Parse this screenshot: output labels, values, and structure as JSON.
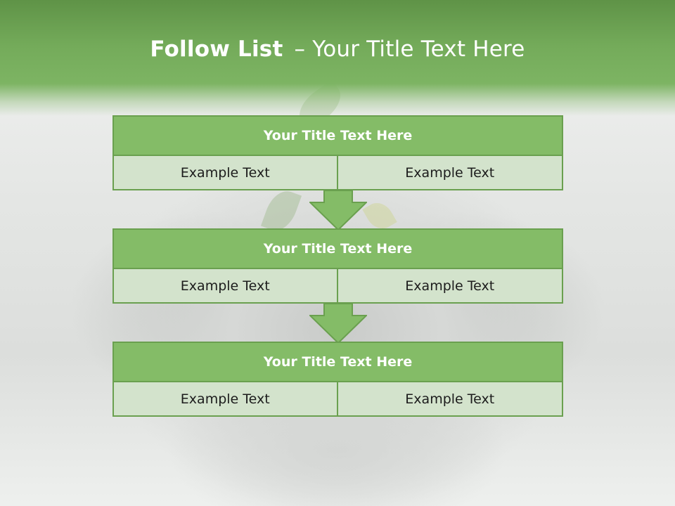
{
  "slide": {
    "title_bold": "Follow List",
    "title_separator": "–",
    "title_rest": "Your Title Text Here",
    "colors": {
      "header_green": "#7db463",
      "title_box": "#84bc67",
      "border": "#6aa04f",
      "cell_fill": "#d3e3cc",
      "arrow_fill": "#84bc67"
    },
    "blocks": [
      {
        "title": "Your Title Text Here",
        "left": "Example Text",
        "right": "Example Text"
      },
      {
        "title": "Your Title Text Here",
        "left": "Example Text",
        "right": "Example Text"
      },
      {
        "title": "Your Title Text Here",
        "left": "Example Text",
        "right": "Example Text"
      }
    ]
  }
}
